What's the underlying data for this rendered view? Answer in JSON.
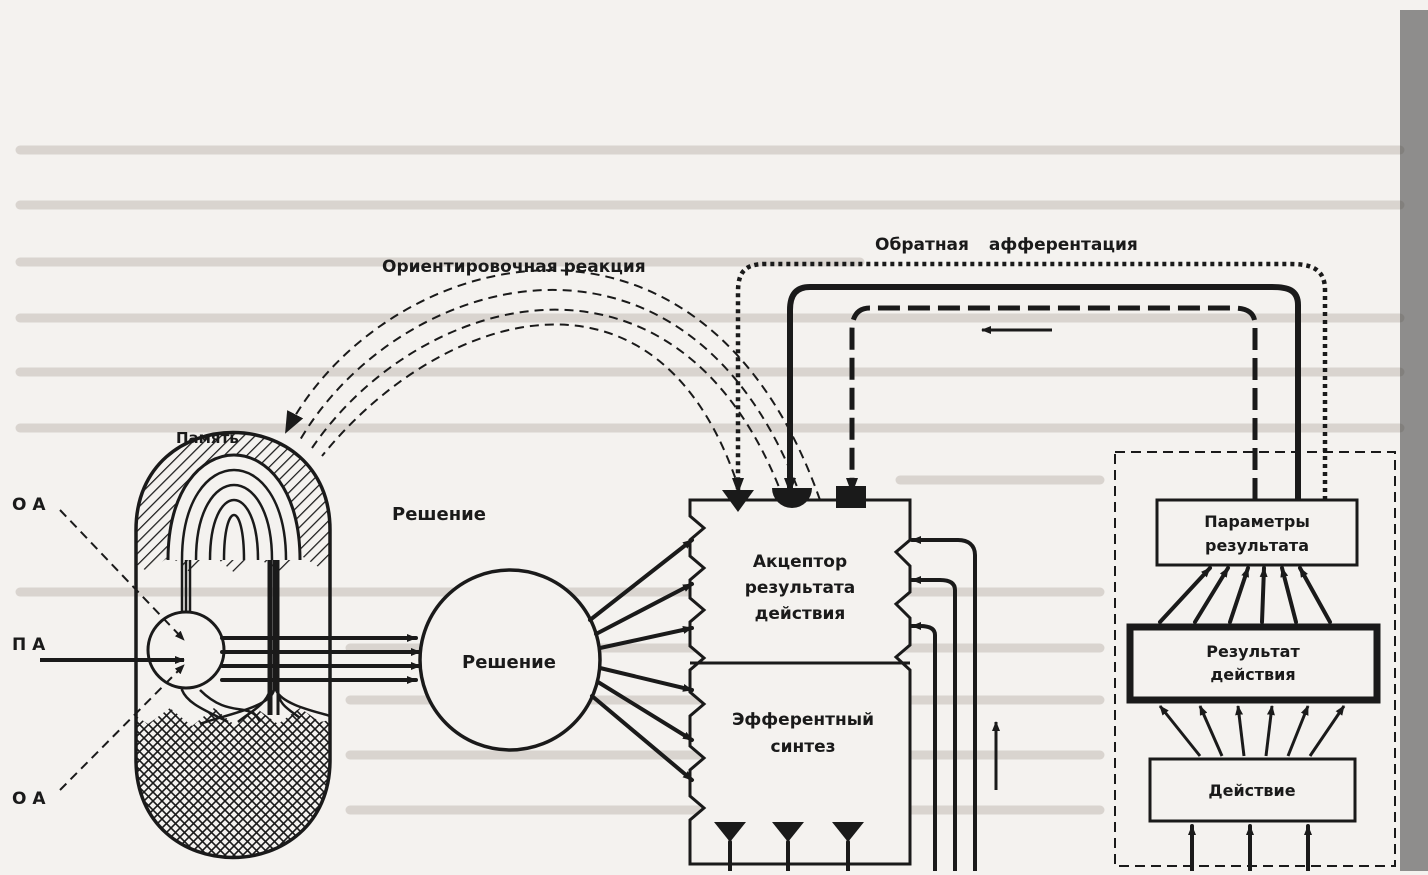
{
  "labels": {
    "orienting": "Ориентировочная реакция",
    "feedback": "Обратная афферентация",
    "memory": "Память",
    "decision_top": "Решение",
    "decision": "Решение",
    "oa_top": "О А",
    "pa": "П А",
    "oa_bottom": "О А",
    "acceptor": [
      "Акцептор",
      "результата",
      "действия"
    ],
    "efferent": [
      "Эфферентный",
      "синтез"
    ],
    "parameters": [
      "Параметры",
      "результата"
    ],
    "result": [
      "Результат",
      "действия"
    ],
    "action": "Действие"
  },
  "colors": {
    "background": "#f4f2ef",
    "ink": "#1a1a1a",
    "bleed_through_text": "#d9d4cf",
    "page_edge_shadow": "#3a3a3a"
  }
}
